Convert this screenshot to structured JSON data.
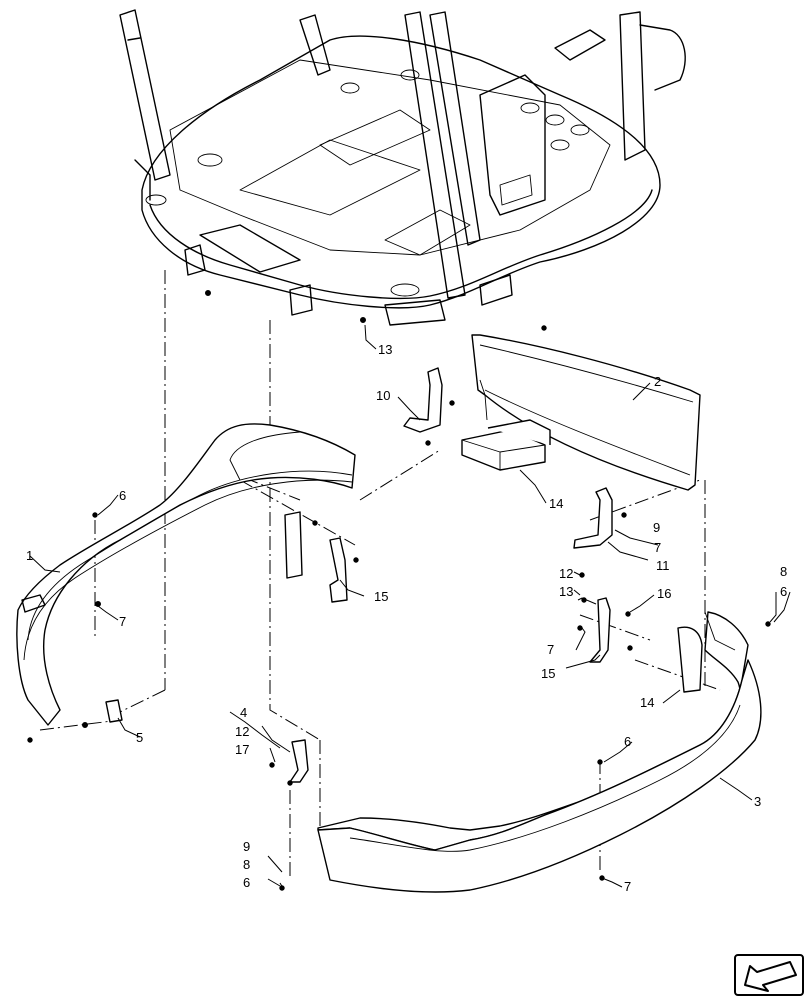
{
  "callouts": {
    "c1": "1",
    "c2": "2",
    "c3": "3",
    "c4": "4",
    "c5": "5",
    "c6a": "6",
    "c6b": "6",
    "c6c": "6",
    "c6d": "6",
    "c7a": "7",
    "c7b": "7",
    "c7c": "7",
    "c7d": "7",
    "c8a": "8",
    "c8b": "8",
    "c9a": "9",
    "c9b": "9",
    "c10": "10",
    "c11": "11",
    "c12a": "12",
    "c12b": "12",
    "c13a": "13",
    "c13b": "13",
    "c14a": "14",
    "c14b": "14",
    "c15a": "15",
    "c15b": "15",
    "c16": "16",
    "c17": "17"
  },
  "icons": {
    "view_direction": "view-direction-arrow-icon"
  }
}
